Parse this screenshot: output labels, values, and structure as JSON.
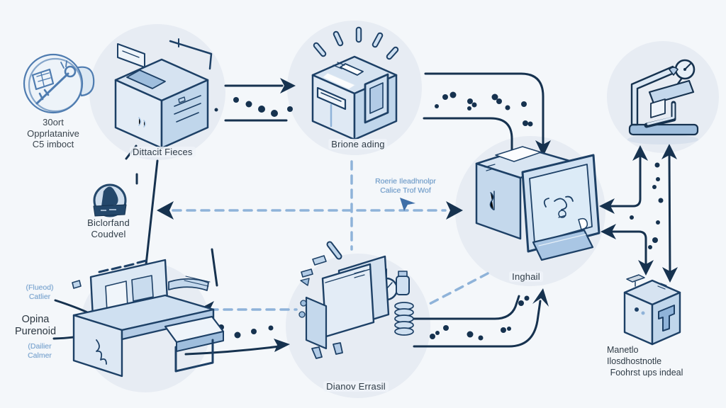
{
  "palette": {
    "background": "#f4f7fa",
    "bubble": "#e7ecf3",
    "ink": "#16324f",
    "icon_stroke": "#1d4066",
    "icon_fill_light": "#dce8f4",
    "icon_fill_mid": "#c0d6eb",
    "dash_blue": "#8fb3d9",
    "label_dark": "#2e3b46",
    "label_blue": "#7aa4cf"
  },
  "nodes": {
    "sketch": {
      "icon": "sketch-key-stamp-icon",
      "lines": [
        "30ort",
        "Opprlatanive",
        "C5 imboct"
      ]
    },
    "pieces": {
      "icon": "parts-cube-icon",
      "label": "Dittacit Fieces"
    },
    "branding": {
      "icon": "shining-box-icon",
      "label": "Brione ading"
    },
    "inghail": {
      "icon": "monitor-box-icon",
      "label": "Inghail"
    },
    "badge": {
      "icon": "badge-stamp-icon",
      "lines": [
        "Biclorfand",
        "Coudvel"
      ]
    },
    "printer": {
      "icon": "printer-machine-icon",
      "side_labels": {
        "top": [
          "(Flueod)",
          "Catlier"
        ],
        "mid": [
          "Opina",
          "Purenoid"
        ],
        "bottom": [
          "(Dailier",
          "Calmer"
        ]
      }
    },
    "dianov": {
      "icon": "assembly-machine-icon",
      "label": "Dianov Errasil"
    },
    "press": {
      "icon": "press-machine-icon"
    },
    "crate": {
      "icon": "crate-cube-icon",
      "lines": [
        "Manetlo Ilosdhostnotle",
        "Foohrst ups indeal"
      ]
    }
  },
  "notes": {
    "center": {
      "lines": [
        "Roerie Ileadhnolpr",
        "Calice Trof Wof"
      ]
    }
  }
}
